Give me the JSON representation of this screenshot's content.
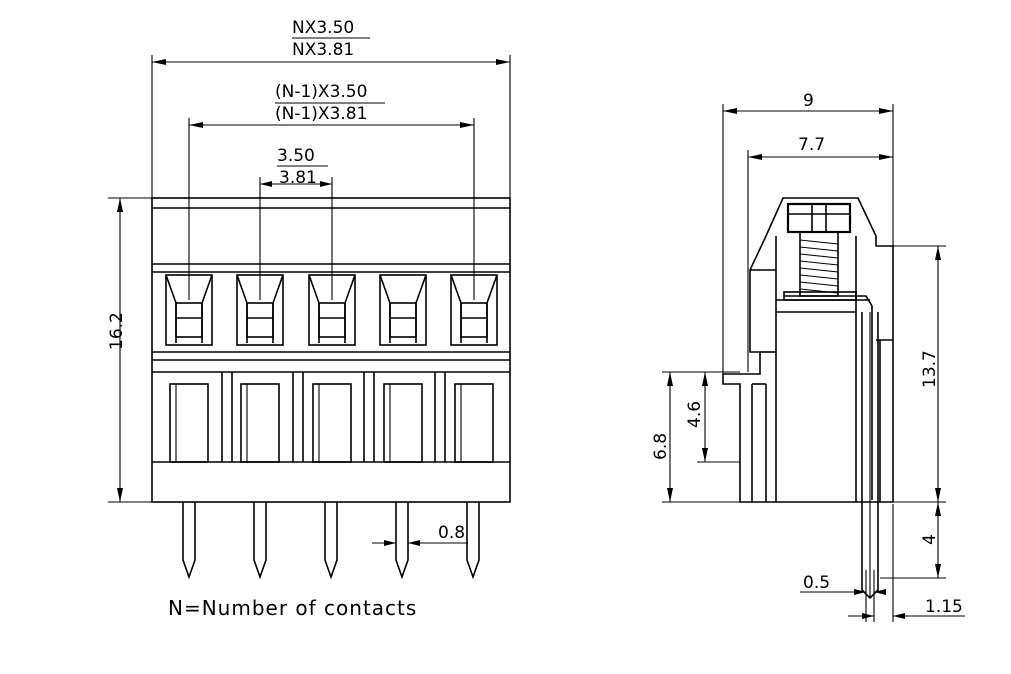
{
  "front_view": {
    "overall_pitch_a": "NX3.50",
    "overall_pitch_b": "NX3.81",
    "span_pitch_a": "(N-1)X3.50",
    "span_pitch_b": "(N-1)X3.81",
    "pitch_a": "3.50",
    "pitch_b": "3.81",
    "height": "16.2",
    "pin_width": "0.8",
    "note": "N=Number of contacts"
  },
  "side_view": {
    "depth_total": "9",
    "depth_body": "7.7",
    "height_upper": "13.7",
    "pin_length": "4",
    "lower_height": "6.8",
    "step_height": "4.6",
    "pin_thickness": "0.5",
    "pin_offset": "1.15"
  }
}
